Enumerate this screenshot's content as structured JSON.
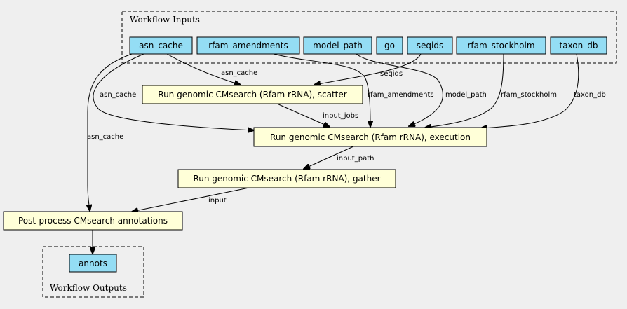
{
  "clusters": {
    "inputs": {
      "title": "Workflow Inputs"
    },
    "outputs": {
      "title": "Workflow Outputs"
    }
  },
  "inputs": {
    "asn_cache": "asn_cache",
    "rfam_amendments": "rfam_amendments",
    "model_path": "model_path",
    "go": "go",
    "seqids": "seqids",
    "rfam_stockholm": "rfam_stockholm",
    "taxon_db": "taxon_db"
  },
  "steps": {
    "scatter": "Run genomic CMsearch (Rfam rRNA), scatter",
    "execution": "Run genomic CMsearch (Rfam rRNA), execution",
    "gather": "Run genomic CMsearch (Rfam rRNA), gather",
    "postprocess": "Post-process CMsearch annotations"
  },
  "outputs": {
    "annots": "annots"
  },
  "edges": {
    "asn_cache_scatter": "asn_cache",
    "asn_cache_execution": "asn_cache",
    "asn_cache_postprocess": "asn_cache",
    "seqids_scatter": "seqids",
    "rfam_amendments_execution": "rfam_amendments",
    "model_path_execution": "model_path",
    "rfam_stockholm_execution": "rfam_stockholm",
    "taxon_db_execution": "taxon_db",
    "scatter_execution": "input_jobs",
    "execution_gather": "input_path",
    "gather_postprocess": "input"
  }
}
